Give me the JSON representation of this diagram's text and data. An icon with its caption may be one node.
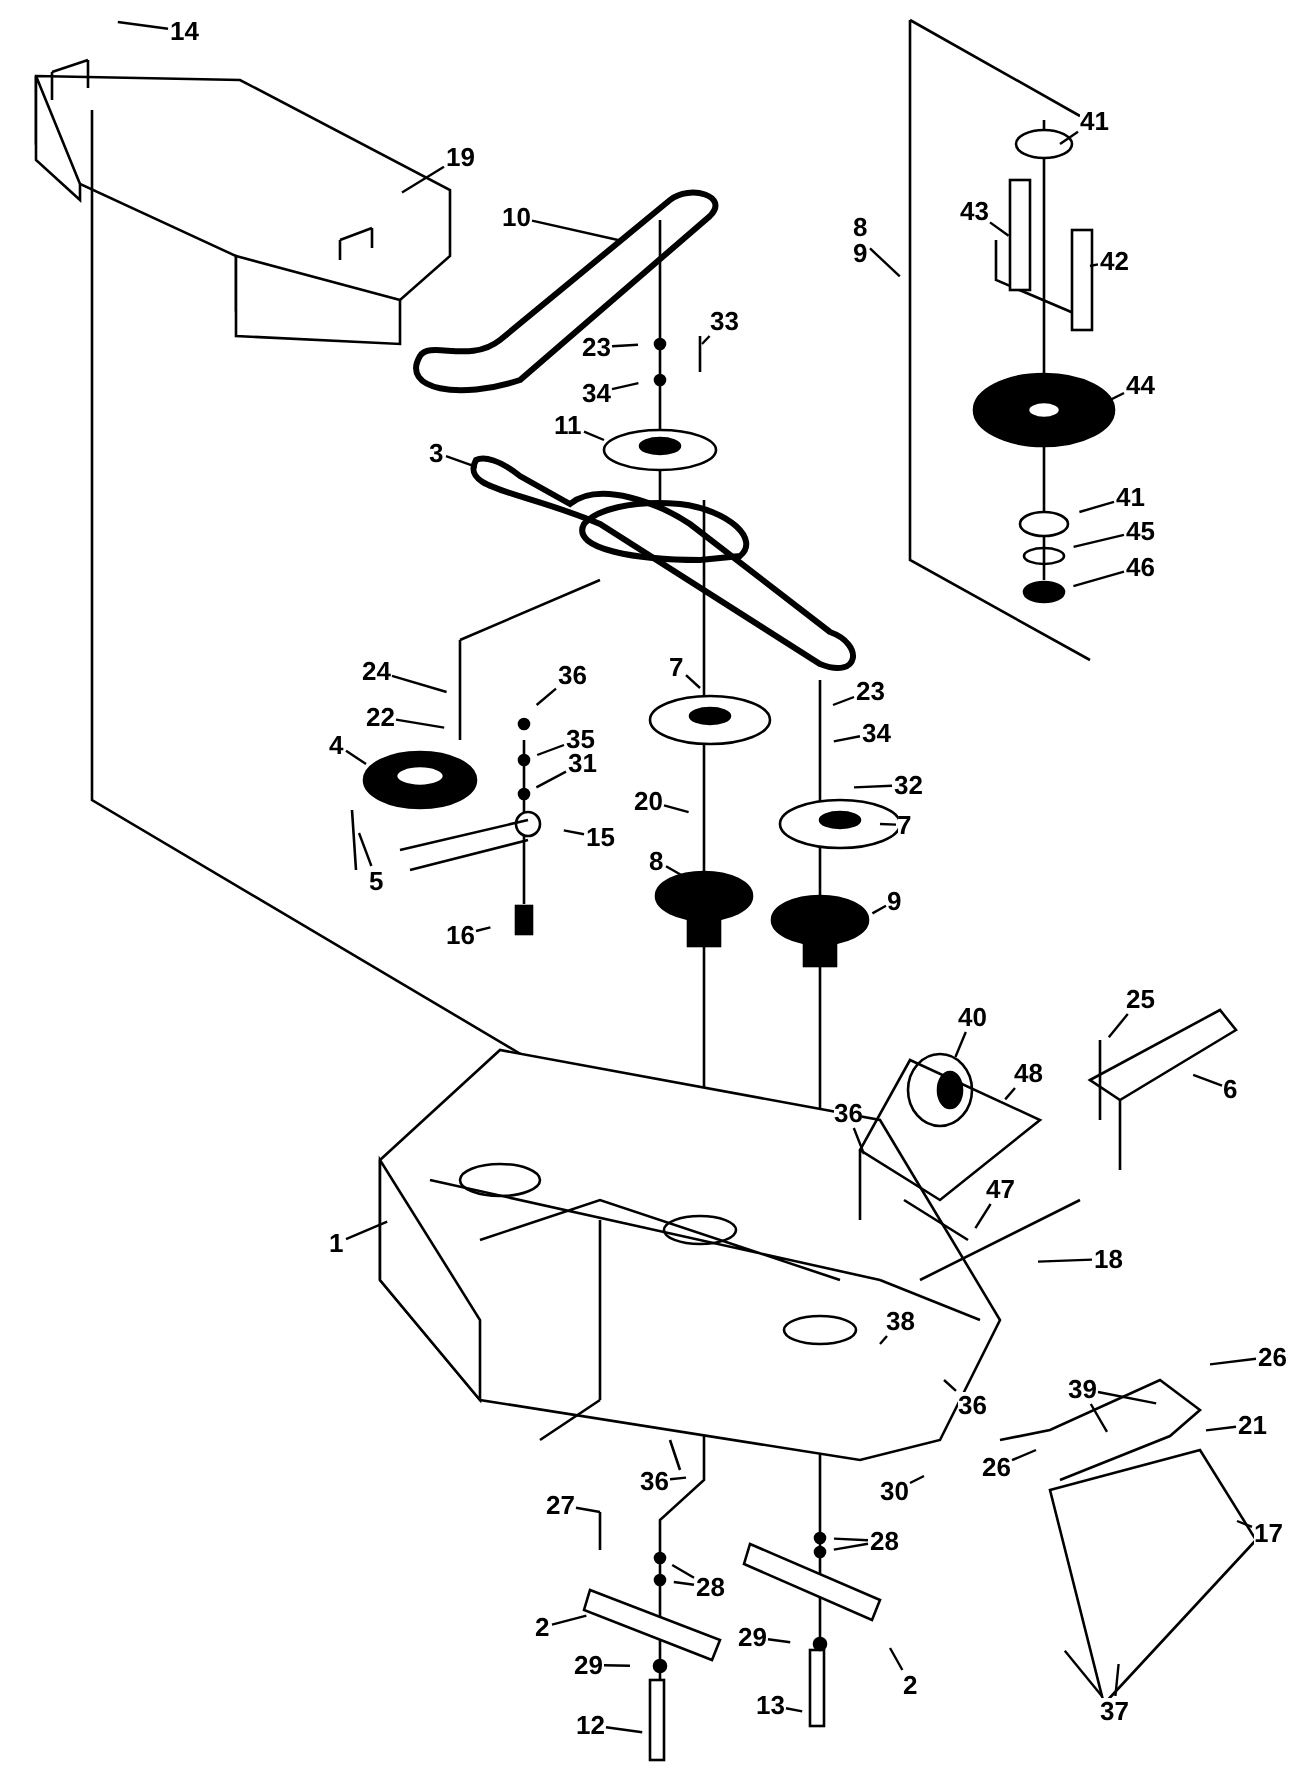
{
  "diagram": {
    "nodes": [
      {
        "text": [
          "14"
        ]
      },
      {
        "text": [
          "19"
        ]
      },
      {
        "text": [
          "10"
        ]
      },
      {
        "text": [
          "23"
        ]
      },
      {
        "text": [
          "33"
        ]
      },
      {
        "text": [
          "34"
        ]
      },
      {
        "text": [
          "11"
        ]
      },
      {
        "text": [
          "3"
        ]
      },
      {
        "text": [
          "41"
        ]
      },
      {
        "text": [
          "43"
        ]
      },
      {
        "text": [
          "42"
        ]
      },
      {
        "text": [
          "8",
          "9"
        ]
      },
      {
        "text": [
          "44"
        ]
      },
      {
        "text": [
          "41"
        ]
      },
      {
        "text": [
          "45"
        ]
      },
      {
        "text": [
          "46"
        ]
      },
      {
        "text": [
          "24"
        ]
      },
      {
        "text": [
          "22"
        ]
      },
      {
        "text": [
          "36"
        ]
      },
      {
        "text": [
          "4"
        ]
      },
      {
        "text": [
          "35"
        ]
      },
      {
        "text": [
          "31"
        ]
      },
      {
        "text": [
          "7"
        ]
      },
      {
        "text": [
          "23"
        ]
      },
      {
        "text": [
          "34"
        ]
      },
      {
        "text": [
          "32"
        ]
      },
      {
        "text": [
          "15"
        ]
      },
      {
        "text": [
          "5"
        ]
      },
      {
        "text": [
          "20"
        ]
      },
      {
        "text": [
          "8"
        ]
      },
      {
        "text": [
          "7"
        ]
      },
      {
        "text": [
          "9"
        ]
      },
      {
        "text": [
          "16"
        ]
      },
      {
        "text": [
          "25"
        ]
      },
      {
        "text": [
          "40"
        ]
      },
      {
        "text": [
          "48"
        ]
      },
      {
        "text": [
          "6"
        ]
      },
      {
        "text": [
          "36"
        ]
      },
      {
        "text": [
          "47"
        ]
      },
      {
        "text": [
          "18"
        ]
      },
      {
        "text": [
          "1"
        ]
      },
      {
        "text": [
          "38"
        ]
      },
      {
        "text": [
          "36"
        ]
      },
      {
        "text": [
          "26"
        ]
      },
      {
        "text": [
          "39"
        ]
      },
      {
        "text": [
          "21"
        ]
      },
      {
        "text": [
          "26"
        ]
      },
      {
        "text": [
          "27"
        ]
      },
      {
        "text": [
          "36"
        ]
      },
      {
        "text": [
          "30"
        ]
      },
      {
        "text": [
          "17"
        ]
      },
      {
        "text": [
          "28"
        ]
      },
      {
        "text": [
          "28"
        ]
      },
      {
        "text": [
          "2"
        ]
      },
      {
        "text": [
          "29"
        ]
      },
      {
        "text": [
          "29"
        ]
      },
      {
        "text": [
          "2"
        ]
      },
      {
        "text": [
          "12"
        ]
      },
      {
        "text": [
          "13"
        ]
      },
      {
        "text": [
          "37"
        ]
      }
    ],
    "edges": [
      {
        "from": 0,
        "to": null,
        "arrow": "none"
      },
      {
        "from": 1,
        "to": null,
        "arrow": "none"
      },
      {
        "from": 2,
        "to": null,
        "arrow": "none"
      },
      {
        "from": 3,
        "to": null,
        "arrow": "none"
      },
      {
        "from": 4,
        "to": null,
        "arrow": "none"
      },
      {
        "from": 5,
        "to": null,
        "arrow": "none"
      },
      {
        "from": 6,
        "to": null,
        "arrow": "none"
      },
      {
        "from": 7,
        "to": null,
        "arrow": "none"
      },
      {
        "from": 8,
        "to": null,
        "arrow": "none"
      },
      {
        "from": 9,
        "to": null,
        "arrow": "none"
      },
      {
        "from": 10,
        "to": null,
        "arrow": "none"
      },
      {
        "from": 11,
        "to": null,
        "arrow": "none"
      },
      {
        "from": 12,
        "to": null,
        "arrow": "none"
      },
      {
        "from": 13,
        "to": null,
        "arrow": "none"
      },
      {
        "from": 14,
        "to": null,
        "arrow": "none"
      },
      {
        "from": 15,
        "to": null,
        "arrow": "none"
      },
      {
        "from": 16,
        "to": null,
        "arrow": "none"
      },
      {
        "from": 17,
        "to": null,
        "arrow": "none"
      },
      {
        "from": 18,
        "to": null,
        "arrow": "none"
      },
      {
        "from": 19,
        "to": null,
        "arrow": "none"
      },
      {
        "from": 20,
        "to": null,
        "arrow": "none"
      },
      {
        "from": 21,
        "to": null,
        "arrow": "none"
      },
      {
        "from": 22,
        "to": null,
        "arrow": "none"
      },
      {
        "from": 23,
        "to": null,
        "arrow": "none"
      },
      {
        "from": 24,
        "to": null,
        "arrow": "none"
      },
      {
        "from": 25,
        "to": null,
        "arrow": "none"
      },
      {
        "from": 26,
        "to": null,
        "arrow": "none"
      },
      {
        "from": 27,
        "to": null,
        "arrow": "none"
      },
      {
        "from": 28,
        "to": null,
        "arrow": "none"
      },
      {
        "from": 29,
        "to": null,
        "arrow": "none"
      },
      {
        "from": 30,
        "to": null,
        "arrow": "none"
      },
      {
        "from": 31,
        "to": null,
        "arrow": "none"
      },
      {
        "from": 32,
        "to": null,
        "arrow": "none"
      },
      {
        "from": 33,
        "to": null,
        "arrow": "none"
      },
      {
        "from": 34,
        "to": null,
        "arrow": "none"
      },
      {
        "from": 35,
        "to": null,
        "arrow": "none"
      },
      {
        "from": 36,
        "to": null,
        "arrow": "none"
      },
      {
        "from": 37,
        "to": null,
        "arrow": "none"
      },
      {
        "from": 38,
        "to": null,
        "arrow": "none"
      },
      {
        "from": 39,
        "to": null,
        "arrow": "none"
      },
      {
        "from": 40,
        "to": null,
        "arrow": "none"
      },
      {
        "from": 41,
        "to": null,
        "arrow": "none"
      },
      {
        "from": 42,
        "to": null,
        "arrow": "none"
      },
      {
        "from": 43,
        "to": null,
        "arrow": "none"
      },
      {
        "from": 44,
        "to": null,
        "arrow": "none"
      },
      {
        "from": 44,
        "to": null,
        "arrow": "none"
      },
      {
        "from": 45,
        "to": null,
        "arrow": "none"
      },
      {
        "from": 46,
        "to": null,
        "arrow": "none"
      },
      {
        "from": 47,
        "to": null,
        "arrow": "none"
      },
      {
        "from": 48,
        "to": null,
        "arrow": "none"
      },
      {
        "from": 49,
        "to": null,
        "arrow": "none"
      },
      {
        "from": 50,
        "to": null,
        "arrow": "none"
      },
      {
        "from": 51,
        "to": null,
        "arrow": "none"
      },
      {
        "from": 51,
        "to": null,
        "arrow": "none"
      },
      {
        "from": 52,
        "to": null,
        "arrow": "none"
      },
      {
        "from": 52,
        "to": null,
        "arrow": "none"
      },
      {
        "from": 53,
        "to": null,
        "arrow": "none"
      },
      {
        "from": 54,
        "to": null,
        "arrow": "none"
      },
      {
        "from": 55,
        "to": null,
        "arrow": "none"
      },
      {
        "from": 56,
        "to": null,
        "arrow": "none"
      },
      {
        "from": 57,
        "to": null,
        "arrow": "none"
      },
      {
        "from": 58,
        "to": null,
        "arrow": "none"
      },
      {
        "from": 59,
        "to": null,
        "arrow": "none"
      },
      {
        "from": 59,
        "to": null,
        "arrow": "none"
      }
    ]
  }
}
